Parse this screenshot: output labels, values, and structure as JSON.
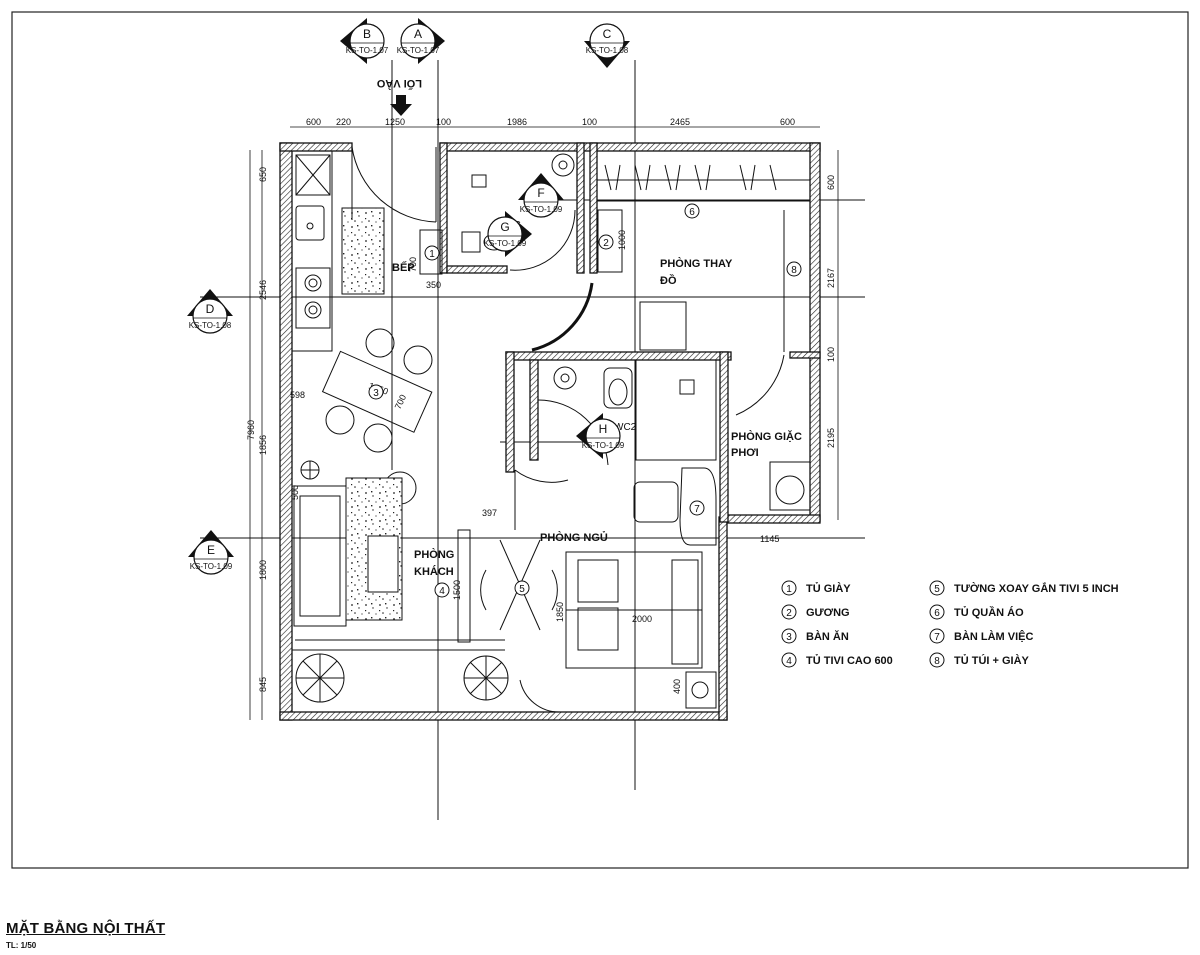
{
  "drawing": {
    "title": "MẶT BẰNG NỘI THẤT",
    "scale": "TL: 1/50"
  },
  "entrance_label": "LỐI VÀO",
  "section_markers": [
    {
      "letter": "B",
      "ref": "KS-TO-1.07"
    },
    {
      "letter": "A",
      "ref": "KS-TO-1.07"
    },
    {
      "letter": "C",
      "ref": "KS-TO-1.08"
    },
    {
      "letter": "D",
      "ref": "KS-TO-1.08"
    },
    {
      "letter": "E",
      "ref": "KS-TO-1.09"
    },
    {
      "letter": "F",
      "ref": "KS-TO-1.09"
    },
    {
      "letter": "G",
      "ref": "KS-TO-1.09"
    },
    {
      "letter": "H",
      "ref": "KS-TO-1.09"
    }
  ],
  "rooms": {
    "kitchen": "BẾP",
    "dressing_1": "PHÒNG THAY",
    "dressing_2": "ĐỒ",
    "drying_1": "PHÒNG GIẶC",
    "drying_2": "PHƠI",
    "living_1": "PHÒNG",
    "living_2": "KHÁCH",
    "bedroom": "PHÒNG NGỦ",
    "wc1": "WC",
    "wc2": "WC2"
  },
  "dimensions": {
    "top": [
      "600",
      "220",
      "1250",
      "100",
      "1986",
      "100",
      "2465",
      "600"
    ],
    "left": [
      "650",
      "2546",
      "7960",
      "1856",
      "1800",
      "845"
    ],
    "right": [
      "600",
      "2167",
      "100",
      "2195"
    ],
    "internal": [
      "700",
      "350",
      "1000",
      "1250",
      "700",
      "598",
      "500",
      "397",
      "1500",
      "1850",
      "2000",
      "400",
      "1145"
    ]
  },
  "furniture_numbers": [
    "1",
    "2",
    "3",
    "4",
    "5",
    "6",
    "7",
    "8"
  ],
  "legend": [
    {
      "num": "1",
      "label": "TỦ GIÀY"
    },
    {
      "num": "2",
      "label": "GƯƠNG"
    },
    {
      "num": "3",
      "label": "BÀN ĂN"
    },
    {
      "num": "4",
      "label": "TỦ TIVI CAO 600"
    },
    {
      "num": "5",
      "label": "TƯỜNG XOAY GẮN TIVI 5 INCH"
    },
    {
      "num": "6",
      "label": "TỦ QUẦN ÁO"
    },
    {
      "num": "7",
      "label": "BÀN LÀM VIỆC"
    },
    {
      "num": "8",
      "label": "TỦ TÚI + GIÀY"
    }
  ]
}
